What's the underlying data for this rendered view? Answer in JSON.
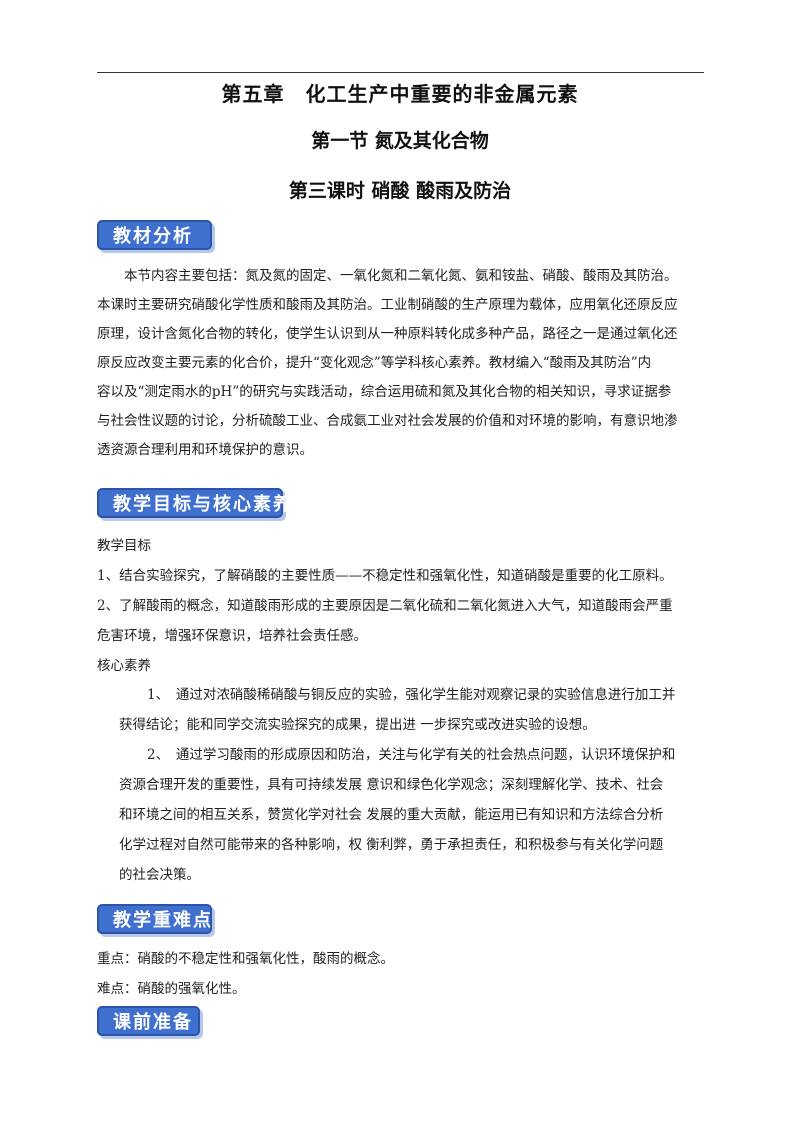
{
  "header": {
    "chapter": "第五章　化工生产中重要的非金属元素",
    "section": "第一节  氮及其化合物",
    "lesson": "第三课时  硝酸  酸雨及防治"
  },
  "badges": {
    "analysis": "教材分析",
    "goals": "教学目标与核心素养",
    "keypoints": "教学重难点",
    "prep": "课前准备"
  },
  "analysis_lines": [
    "本节内容主要包括：氮及氮的固定、一氧化氮和二氧化氮、氨和铵盐、硝酸、酸雨及其防治。",
    "本课时主要研究硝酸化学性质和酸雨及其防治。工业制硝酸的生产原理为载体，应用氧化还原反应",
    "原理，设计含氮化合物的转化，使学生认识到从一种原料转化成多种产品，路径之一是通过氧化还",
    "原反应改变主要元素的化合价，提升“变化观念”等学科核心素养。教材编入“酸雨及其防治”内",
    "容以及“测定雨水的pH”的研究与实践活动，综合运用硫和氮及其化合物的相关知识，寻求证据参",
    "与社会性议题的讨论，分析硫酸工业、合成氨工业对社会发展的价值和对环境的影响，有意识地渗",
    "透资源合理利用和环境保护的意识。"
  ],
  "goals": {
    "label": "教学目标",
    "items": [
      "1、结合实验探究，了解硝酸的主要性质——不稳定性和强氧化性，知道硝酸是重要的化工原料。",
      "2、了解酸雨的概念，知道酸雨形成的主要原因是二氧化硫和二氧化氮进入大气，知道酸雨会严重",
      "危害环境，增强环保意识，培养社会责任感。"
    ]
  },
  "literacy": {
    "label": "核心素养",
    "item1": [
      "1、　通过对浓硝酸稀硝酸与铜反应的实验，强化学生能对观察记录的实验信息进行加工并",
      "获得结论；能和同学交流实验探究的成果，提出进 一步探究或改进实验的设想。"
    ],
    "item2": [
      "2、　通过学习酸雨的形成原因和防治，关注与化学有关的社会热点问题，认识环境保护和",
      "资源合理开发的重要性，具有可持续发展  意识和绿色化学观念；深刻理解化学、技术、社会",
      "和环境之间的相互关系，赞赏化学对社会  发展的重大贡献，能运用已有知识和方法综合分析",
      "化学过程对自然可能带来的各种影响，权  衡利弊，勇于承担责任，和积极参与有关化学问题",
      "的社会决策。"
    ]
  },
  "keypoints": {
    "key": "重点：硝酸的不稳定性和强氧化性，酸雨的概念。",
    "difficulty": "难点：硝酸的强氧化性。"
  }
}
